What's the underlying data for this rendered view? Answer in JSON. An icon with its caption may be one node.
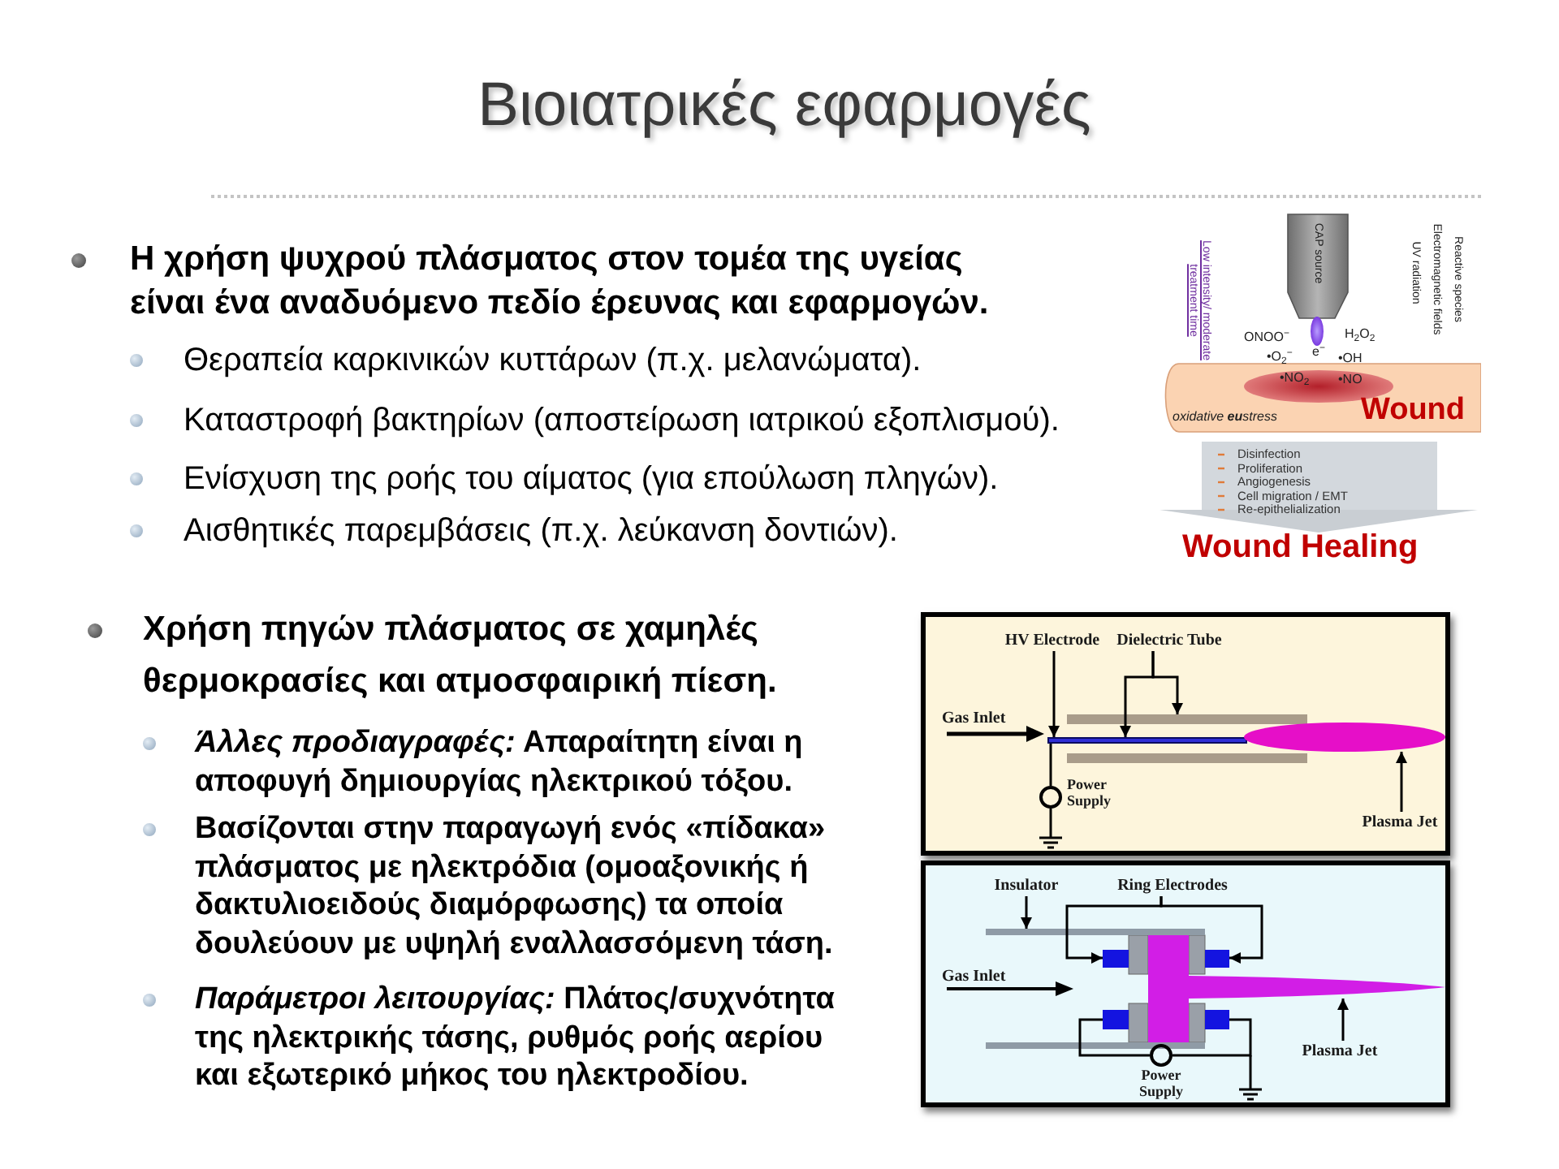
{
  "diagram": {
    "title": "Βιοιατρικές εφαρμογές",
    "nodes": [
      {
        "text": [],
        "shape": "box"
      },
      {
        "text": [
          "HV Electrode"
        ],
        "in": 0
      },
      {
        "text": [
          "Dielectric Tube"
        ],
        "in": 0
      },
      {
        "text": [],
        "shape": "bar",
        "in": 0
      },
      {
        "text": [],
        "shape": "bar",
        "in": 0
      },
      {
        "text": [],
        "shape": "bar",
        "in": 0
      },
      {
        "text": [],
        "shape": "ellipse",
        "in": 0
      },
      {
        "text": [],
        "shape": "circle",
        "beside": [
          "Power Supply"
        ],
        "in": 0
      },
      {
        "text": [
          "Plasma Jet"
        ],
        "in": 0
      },
      {
        "text": [],
        "shape": "box"
      },
      {
        "text": [
          "Insulator"
        ],
        "in": 9
      },
      {
        "text": [
          "Ring Electrodes"
        ],
        "in": 9
      },
      {
        "text": [],
        "shape": "bar",
        "in": 9
      },
      {
        "text": [],
        "shape": "bar",
        "in": 9
      },
      {
        "text": [],
        "shape": "box",
        "in": 9
      },
      {
        "text": [],
        "shape": "box",
        "in": 9
      },
      {
        "text": [],
        "shape": "box",
        "in": 9
      },
      {
        "text": [],
        "shape": "box",
        "in": 9
      },
      {
        "text": [],
        "shape": "flame",
        "in": 9
      },
      {
        "text": [],
        "shape": "circle",
        "beside": [
          "Power Supply"
        ],
        "in": 9
      },
      {
        "text": [
          "Plasma Jet"
        ],
        "in": 9
      }
    ],
    "edges": [
      {
        "from": 1,
        "to": 4,
        "arrow": "to"
      },
      {
        "from": 2,
        "to": 4,
        "arrow": "to"
      },
      {
        "from": 2,
        "to": 3,
        "arrow": "to"
      },
      {
        "from": 4,
        "to": 7,
        "arrow": "none"
      },
      {
        "from": 8,
        "to": 6,
        "arrow": "to"
      },
      {
        "from": 10,
        "to": 12,
        "arrow": "to"
      },
      {
        "from": 11,
        "to": 14,
        "arrow": "to"
      },
      {
        "from": 11,
        "to": 15,
        "arrow": "to"
      },
      {
        "from": 16,
        "to": 19,
        "arrow": "none"
      },
      {
        "from": 19,
        "to": 17,
        "arrow": "none"
      },
      {
        "from": 20,
        "to": 18,
        "arrow": "to"
      }
    ],
    "labels": [
      "Η χρήση ψυχρού πλάσματος στον τομέα της υγείας είναι ένα αναδυόμενο πεδίο έρευνας και εφαρμογών.",
      "Θεραπεία καρκινικών κυττάρων (π.χ. μελανώματα).",
      "Καταστροφή βακτηρίων (αποστείρωση ιατρικού εξοπλισμού).",
      "Ενίσχυση της ροής του αίματος (για επούλωση πληγών).",
      "Αισθητικές παρεμβάσεις (π.χ. λεύκανση δοντιών).",
      "Low intensity/ moderate treatment time",
      "CAP source",
      "Reactive species",
      "Electromagnetic fields",
      "UV radiation",
      "ONOO$^{−}$",
      "H$_{2}$O$_{2}$",
      "•O$_{2}$$^{−}$",
      "e$^{−}$",
      "•OH",
      "•NO$_{2}$",
      "•NO",
      "oxidative **eu**stress",
      "Wound",
      "Disinfection",
      "Proliferation",
      "Angiogenesis",
      "Cell migration / EMT",
      "Re-epithelialization",
      "Wound Healing",
      "Χρήση πηγών πλάσματος σε χαμηλές θερμοκρασίες και ατμοσφαιρική πίεση.",
      "*Άλλες προδιαγραφές:* Απαραίτητη είναι η αποφυγή δημιουργίας ηλεκτρικού τόξου.",
      "Βασίζονται στην παραγωγή ενός «πίδακα» πλάσματος με ηλεκτρόδια (ομοαξονικής ή δακτυλιοειδούς διαμόρφωσης) τα οποία δουλεύουν με υψηλή εναλλασσόμενη τάση.",
      "*Παράμετροι λειτουργίας:* Πλάτος/συχνότητα της ηλεκτρικής τάσης, ρυθμός ροής αερίου και εξωτερικό μήκος του ηλεκτροδίου.",
      "Gas Inlet",
      "Gas Inlet"
    ]
  }
}
